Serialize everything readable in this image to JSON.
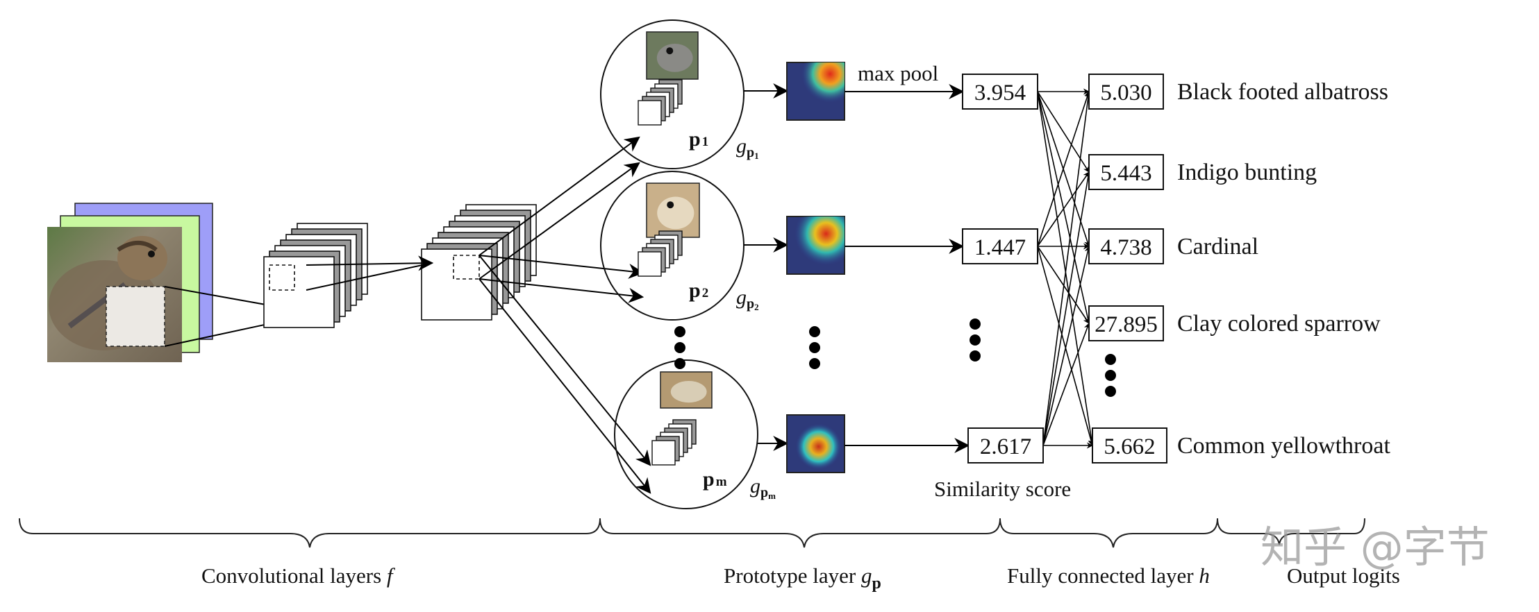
{
  "title": "Prototype network architecture (ProtoPNet) diagram",
  "sections": [
    {
      "id": "conv",
      "label": "Convolutional layers ",
      "symbol": "f"
    },
    {
      "id": "proto",
      "label": "Prototype layer ",
      "symbol": "g",
      "subscript": "p"
    },
    {
      "id": "fc",
      "label": "Fully connected layer ",
      "symbol": "h"
    },
    {
      "id": "out",
      "label": "Output logits",
      "symbol": ""
    }
  ],
  "input": {
    "description": "input bird image with RGB channel planes",
    "channel_colors": [
      "#9e9ef8",
      "#c8f8a0"
    ]
  },
  "prototypes": [
    {
      "name": "p",
      "index": "1",
      "unit_label": "g",
      "unit_sub": "p",
      "unit_subsub": "1",
      "patch": "bird head",
      "score": "3.954"
    },
    {
      "name": "p",
      "index": "2",
      "unit_label": "g",
      "unit_sub": "p",
      "unit_subsub": "2",
      "patch": "bird eye",
      "score": "1.447"
    },
    {
      "name": "p",
      "index": "m",
      "unit_label": "g",
      "unit_sub": "p",
      "unit_subsub": "m",
      "patch": "bird wing",
      "score": "2.617"
    }
  ],
  "max_pool_label": "max pool",
  "similarity_label": "Similarity score",
  "outputs": [
    {
      "logit": "5.030",
      "class": "Black footed albatross"
    },
    {
      "logit": "5.443",
      "class": "Indigo bunting"
    },
    {
      "logit": "4.738",
      "class": "Cardinal"
    },
    {
      "logit": "27.895",
      "class": "Clay colored sparrow"
    },
    {
      "logit": "5.662",
      "class": "Common yellowthroat"
    }
  ],
  "ellipsis": "•••",
  "watermark": "知乎 @字节"
}
